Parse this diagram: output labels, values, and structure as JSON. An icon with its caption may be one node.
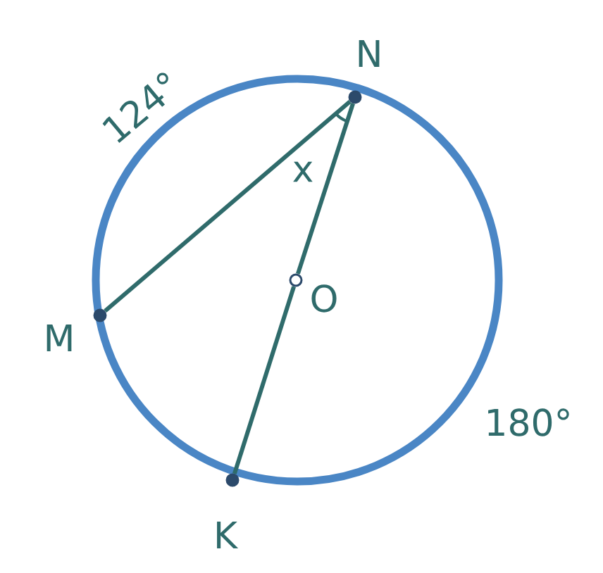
{
  "diagram": {
    "nodes": [
      {
        "text": [],
        "shape": "circle",
        "beside": [
          "N"
        ]
      },
      {
        "text": [],
        "shape": "circle",
        "beside": [
          "M"
        ]
      },
      {
        "text": [],
        "shape": "circle",
        "beside": [
          "O"
        ]
      },
      {
        "text": [],
        "shape": "circle",
        "beside": [
          "K"
        ]
      }
    ],
    "edges": [
      {
        "from": 0,
        "to": 1,
        "arrow": "none"
      },
      {
        "from": 0,
        "to": 2,
        "arrow": "none"
      },
      {
        "from": 2,
        "to": 3,
        "arrow": "none"
      }
    ],
    "labels": [
      "124°",
      "x",
      "180°"
    ]
  }
}
